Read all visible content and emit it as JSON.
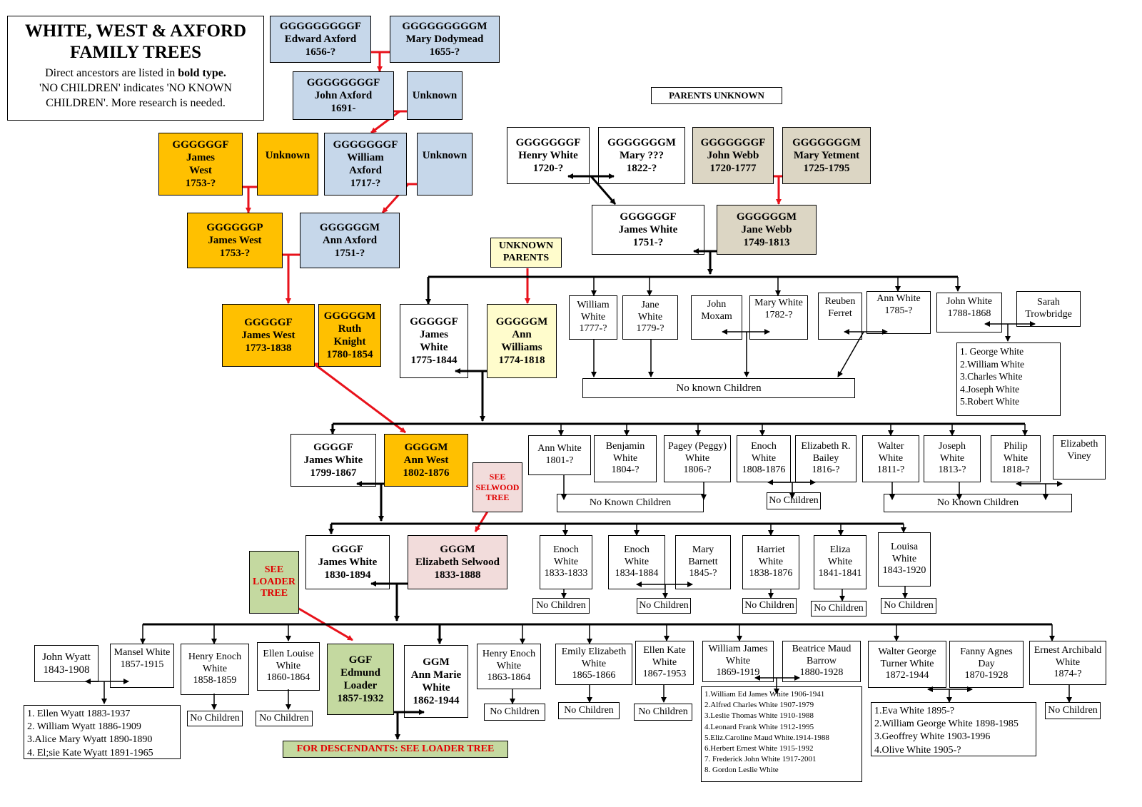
{
  "title": {
    "line1": "WHITE, WEST & AXFORD",
    "line2": "FAMILY TREES",
    "note1_pre": "Direct ancestors are listed in ",
    "note1_bold": "bold type.",
    "note2": "'NO CHILDREN' indicates 'NO KNOWN",
    "note3": "CHILDREN'. More research is needed."
  },
  "labels": {
    "parents_unknown": "PARENTS UNKNOWN",
    "unknown_parents_1": "UNKNOWN",
    "unknown_parents_2": "PARENTS",
    "see_selwood": [
      "SEE",
      "SELWOOD",
      "TREE"
    ],
    "see_loader": [
      "SEE",
      "LOADER",
      "TREE"
    ],
    "descendants": "FOR DESCENDANTS: SEE LOADER TREE",
    "no_known_children": "No known Children",
    "no_known_children_cap": "No Known Children",
    "no_children": "No Children"
  },
  "people": {
    "edward": [
      "GGGGGGGGGF",
      "Edward Axford",
      "1656-?"
    ],
    "mary_d": [
      "GGGGGGGGGM",
      "Mary Dodymead",
      "1655-?"
    ],
    "john_axford": [
      "GGGGGGGGF",
      "John Axford",
      "1691-"
    ],
    "unknown": "Unknown",
    "james_west_1753": [
      "GGGGGGF",
      "James",
      "West",
      "1753-?"
    ],
    "william_axford": [
      "GGGGGGGF",
      "William",
      "Axford",
      "1717-?"
    ],
    "james_west_p": [
      "GGGGGGP",
      "James West",
      "1753-?"
    ],
    "ann_axford": [
      "GGGGGGM",
      "Ann Axford",
      "1751-?"
    ],
    "james_west_1773": [
      "GGGGGF",
      "James West",
      "1773-1838"
    ],
    "ruth_knight": [
      "GGGGGM",
      "Ruth",
      "Knight",
      "1780-1854"
    ],
    "henry_white": [
      "GGGGGGGF",
      "Henry White",
      "1720-?"
    ],
    "mary_q": [
      "GGGGGGGM",
      "Mary ???",
      "1822-?"
    ],
    "john_webb": [
      "GGGGGGGF",
      "John Webb",
      "1720-1777"
    ],
    "mary_yetment": [
      "GGGGGGGM",
      "Mary Yetment",
      "1725-1795"
    ],
    "james_white_1751": [
      "GGGGGGF",
      "James White",
      "1751-?"
    ],
    "jane_webb": [
      "GGGGGGM",
      "Jane Webb",
      "1749-1813"
    ],
    "james_white_1775": [
      "GGGGGF",
      "James",
      "White",
      "1775-1844"
    ],
    "ann_williams": [
      "GGGGGM",
      "Ann",
      "Williams",
      "1774-1818"
    ],
    "william_white": [
      "William",
      "White",
      "1777-?"
    ],
    "jane_white": [
      "Jane",
      "White",
      "1779-?"
    ],
    "john_moxam": [
      "John",
      "Moxam"
    ],
    "mary_white": [
      "Mary White",
      "1782-?"
    ],
    "reuben_ferret": [
      "Reuben",
      "Ferret"
    ],
    "ann_white_1785": [
      "Ann White",
      "1785-?"
    ],
    "john_white": [
      "John White",
      "1788-1868"
    ],
    "sarah_trowbridge": [
      "Sarah",
      "Trowbridge"
    ],
    "john_white_children": [
      "1. George White",
      "2.William White",
      "3.Charles White",
      "4.Joseph White",
      "5.Robert White"
    ],
    "james_white_1799": [
      "GGGGF",
      "James White",
      "1799-1867"
    ],
    "ann_west": [
      "GGGGM",
      "Ann West",
      "1802-1876"
    ],
    "ann_white_1801": [
      "Ann White",
      "1801-?"
    ],
    "benjamin_white": [
      "Benjamin",
      "White",
      "1804-?"
    ],
    "pagey_white": [
      "Pagey (Peggy)",
      "White",
      "1806-?"
    ],
    "enoch_white_1808": [
      "Enoch",
      "White",
      "1808-1876"
    ],
    "elizabeth_bailey": [
      "Elizabeth R.",
      "Bailey",
      "1816-?"
    ],
    "walter_white": [
      "Walter",
      "White",
      "1811-?"
    ],
    "joseph_white": [
      "Joseph",
      "White",
      "1813-?"
    ],
    "philip_white": [
      "Philip",
      "White",
      "1818-?"
    ],
    "elizabeth_viney": [
      "Elizabeth",
      "Viney"
    ],
    "james_white_1830": [
      "GGGF",
      "James White",
      "1830-1894"
    ],
    "elizabeth_selwood": [
      "GGGM",
      "Elizabeth Selwood",
      "1833-1888"
    ],
    "enoch_1833": [
      "Enoch",
      "White",
      "1833-1833"
    ],
    "enoch_1834": [
      "Enoch",
      "White",
      "1834-1884"
    ],
    "mary_barnett": [
      "Mary",
      "Barnett",
      "1845-?"
    ],
    "harriet_white": [
      "Harriet",
      "White",
      "1838-1876"
    ],
    "eliza_white": [
      "Eliza",
      "White",
      "1841-1841"
    ],
    "louisa_white": [
      "Louisa",
      "White",
      "1843-1920"
    ],
    "john_wyatt": [
      "John Wyatt",
      "1843-1908"
    ],
    "mansel_white": [
      "Mansel White",
      "1857-1915"
    ],
    "wyatt_children": [
      "1. Ellen Wyatt 1883-1937",
      "2. William Wyatt 1886-1909",
      "3.Alice Mary  Wyatt 1890-1890",
      "4. El;sie Kate Wyatt 1891-1965"
    ],
    "henry_enoch_1858": [
      "Henry Enoch",
      "White",
      "1858-1859"
    ],
    "ellen_louise": [
      "Ellen Louise",
      "White",
      "1860-1864"
    ],
    "edmund_loader": [
      "GGF",
      "Edmund",
      "Loader",
      "1857-1932"
    ],
    "ann_marie": [
      "GGM",
      "Ann Marie",
      "White",
      "1862-1944"
    ],
    "henry_enoch_1863": [
      "Henry Enoch",
      "White",
      "1863-1864"
    ],
    "emily_elizabeth": [
      "Emily Elizabeth",
      "White",
      "1865-1866"
    ],
    "ellen_kate": [
      "Ellen Kate",
      "White",
      "1867-1953"
    ],
    "william_james": [
      "William James",
      "White",
      "1869-1919"
    ],
    "beatrice_barrow": [
      "Beatrice Maud",
      "Barrow",
      "1880-1928"
    ],
    "william_children": [
      "1.William Ed James White 1906-1941",
      "2.Alfred Charles White 1907-1979",
      "3.Leslie Thomas White 1910-1988",
      "4.Leonard Frank White 1912-1995",
      "5.Eliz.Caroline Maud White.1914-1988",
      "6.Herbert Ernest White 1915-1992",
      "7. Frederick John White 1917-2001",
      "8. Gordon Leslie White"
    ],
    "walter_george": [
      "Walter George",
      "Turner White",
      "1872-1944"
    ],
    "fanny_day": [
      "Fanny Agnes",
      "Day",
      "1870-1928"
    ],
    "walter_children": [
      "1.Eva White 1895-?",
      "2.William George White 1898-1985",
      "3.Geoffrey White 1903-1996",
      "4.Olive White 1905-?"
    ],
    "ernest_white": [
      "Ernest Archibald",
      "White",
      "1874-?"
    ]
  },
  "colors": {
    "axford_blue": "#c6d7ea",
    "west_orange": "#ffc000",
    "webb_tan": "#dcd6c4",
    "williams_cream": "#fffccc",
    "selwood_pink": "#f2dcdb",
    "loader_green": "#c4d9a0",
    "arrow_red": "#e8121b"
  }
}
